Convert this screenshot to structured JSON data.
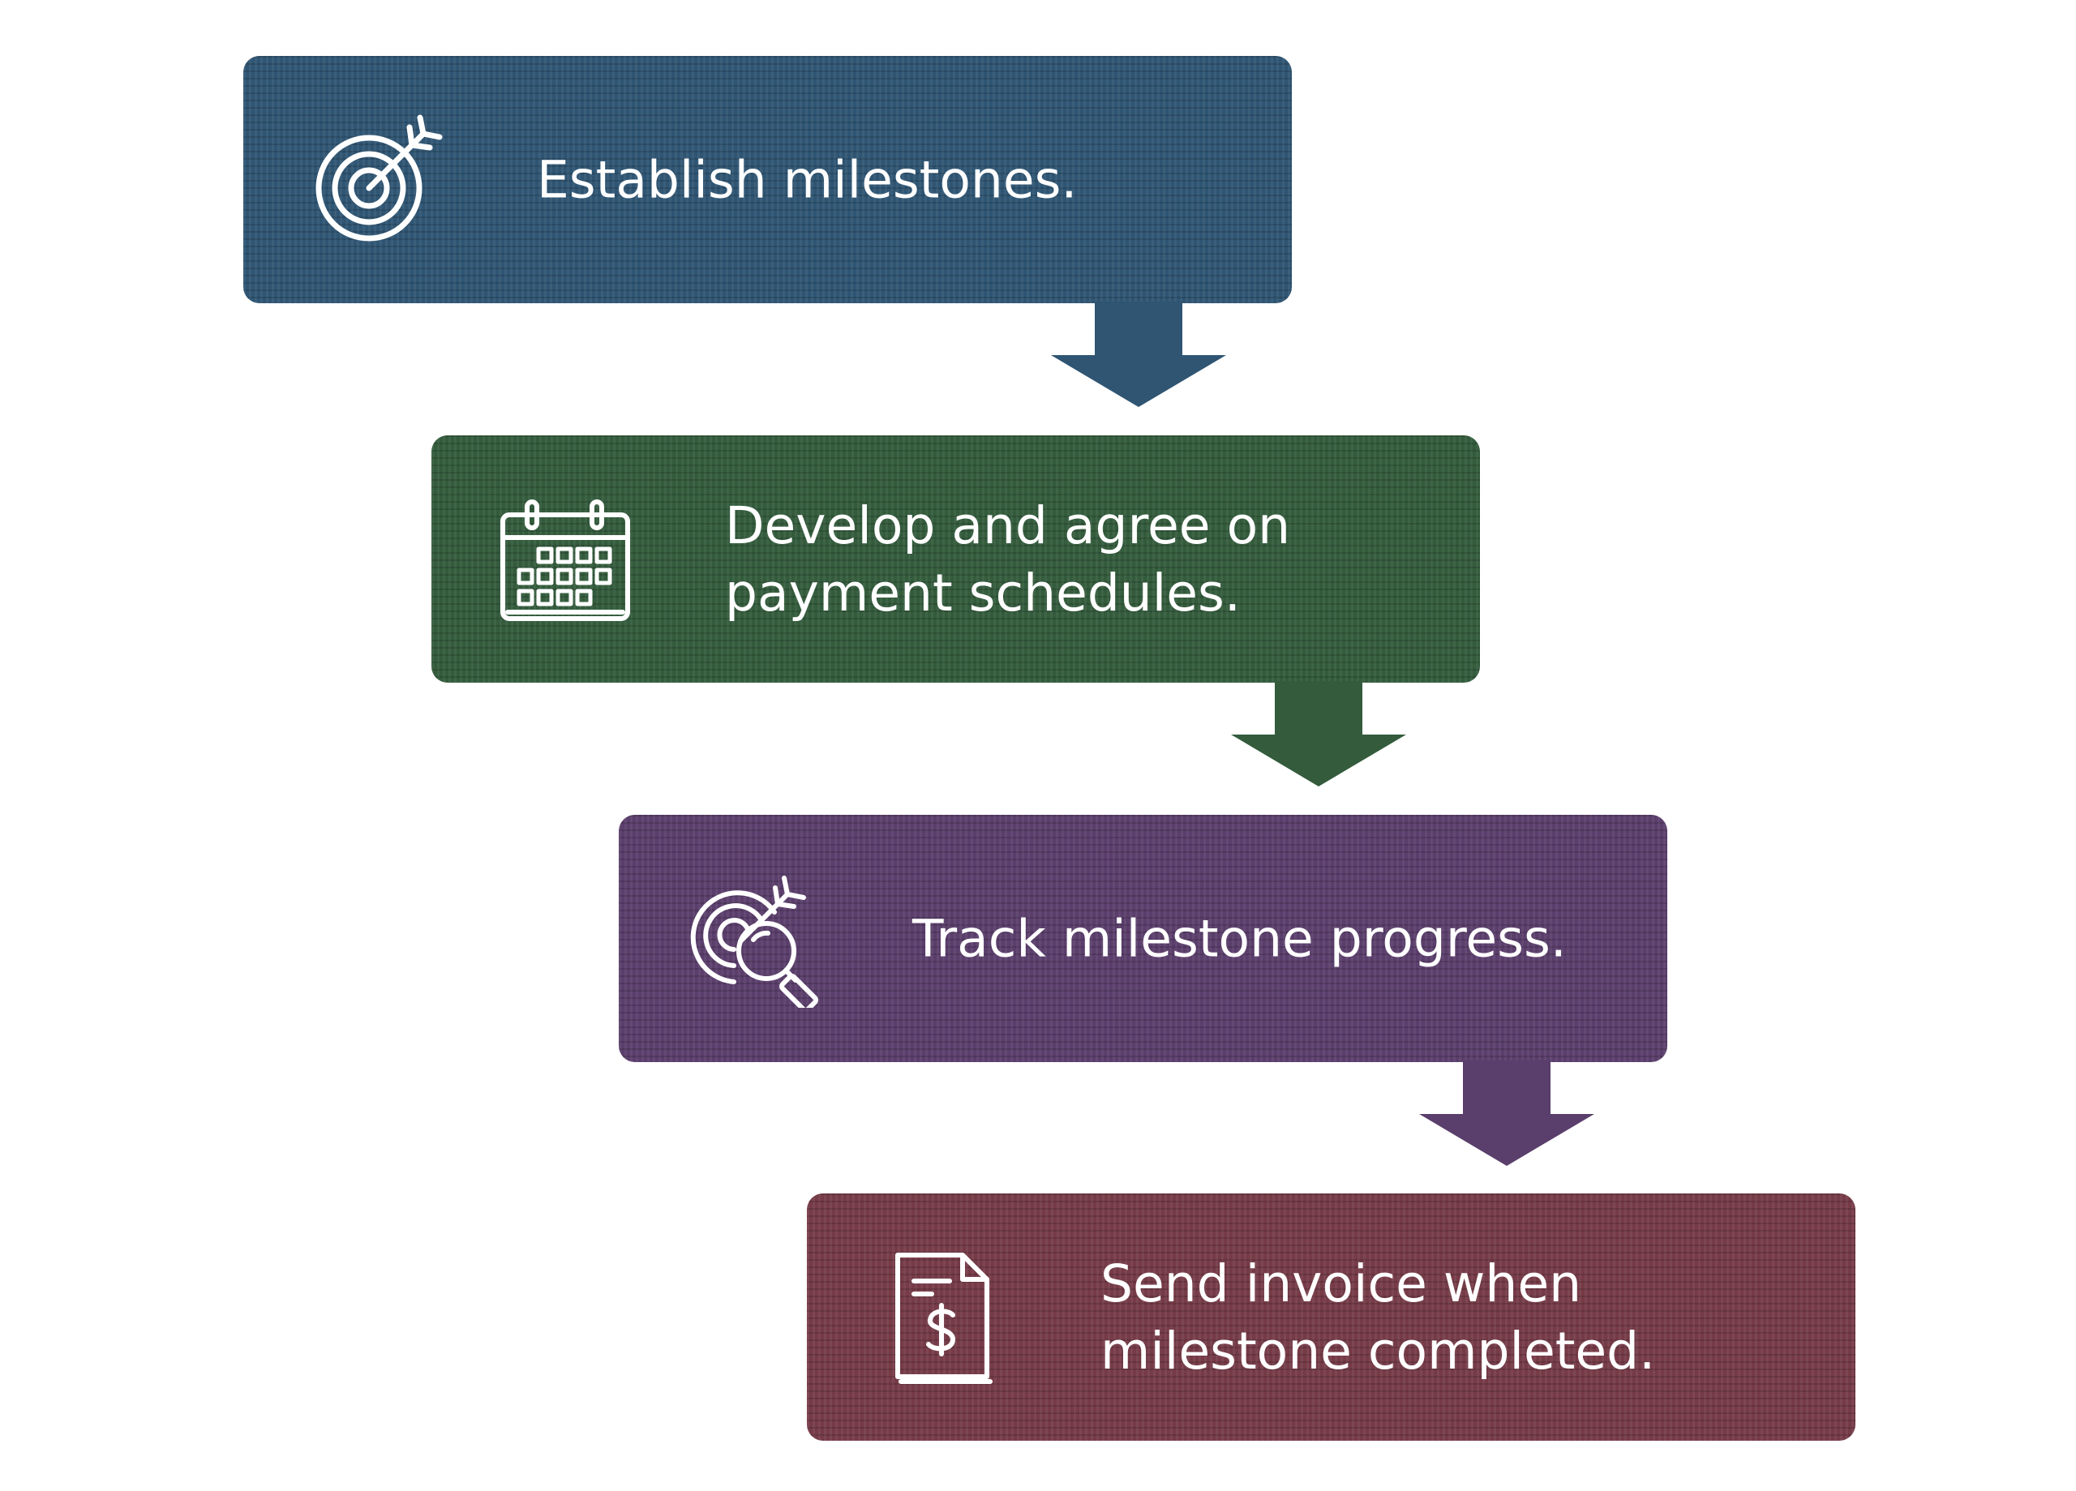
{
  "diagram": {
    "type": "process-flow",
    "steps": [
      {
        "icon": "target-icon",
        "color": "#2f5573",
        "lines": [
          "Establish milestones."
        ]
      },
      {
        "icon": "calendar-icon",
        "color": "#335b3c",
        "lines": [
          "Develop and agree on",
          "payment schedules."
        ]
      },
      {
        "icon": "target-search-icon",
        "color": "#5a3e6b",
        "lines": [
          "Track milestone progress."
        ]
      },
      {
        "icon": "invoice-icon",
        "color": "#753b47",
        "lines": [
          "Send invoice when",
          "milestone completed."
        ]
      }
    ],
    "arrows": [
      {
        "from": 1,
        "to": 2,
        "color": "#2f5573"
      },
      {
        "from": 2,
        "to": 3,
        "color": "#335b3c"
      },
      {
        "from": 3,
        "to": 4,
        "color": "#5a3e6b"
      }
    ]
  }
}
